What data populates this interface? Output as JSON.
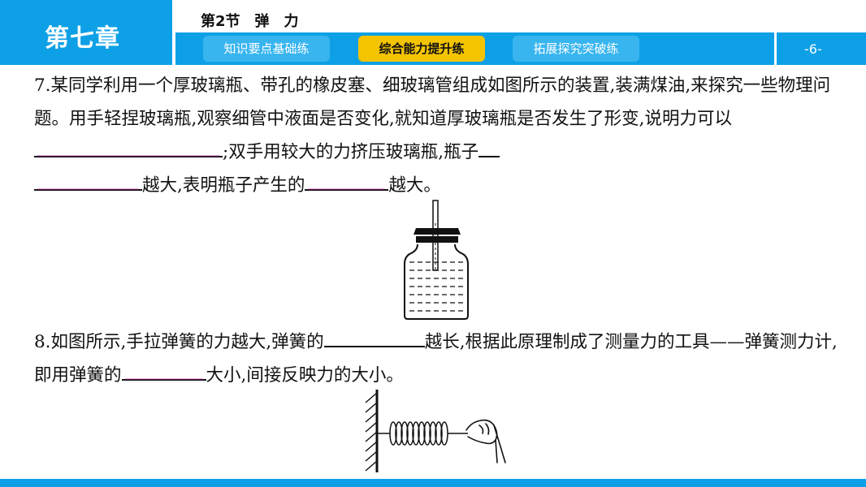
{
  "header": {
    "chapter": "第七章",
    "section": "第2节　弹　力",
    "tabs": [
      {
        "label": "知识要点基础练",
        "active": false
      },
      {
        "label": "综合能力提升练",
        "active": true
      },
      {
        "label": "拓展探究突破练",
        "active": false
      }
    ],
    "page_number": "-6-"
  },
  "colors": {
    "accent": "#0ea0e6",
    "active_tab": "#f5c400",
    "tab": "#38b5ef"
  },
  "q7": {
    "part1": "7.某同学利用一个厚玻璃瓶、带孔的橡皮塞、细玻璃管组成如图所示的装置,装满煤油,来探究一些物理问题。用手轻捏玻璃瓶,观察细管中液面是否变化,就知道厚玻璃瓶是否发生了形变,说明力可以",
    "part2": ";双手用较大的力挤压玻璃瓶,瓶子",
    "part3": "越大,表明瓶子产生的",
    "part4": "越大。"
  },
  "q8": {
    "part1": "8.如图所示,手拉弹簧的力越大,弹簧的",
    "part2": "越长,根据此原理制成了测量力的工具——弹簧测力计,即用弹簧的",
    "part3": "大小,间接反映力的大小。"
  }
}
